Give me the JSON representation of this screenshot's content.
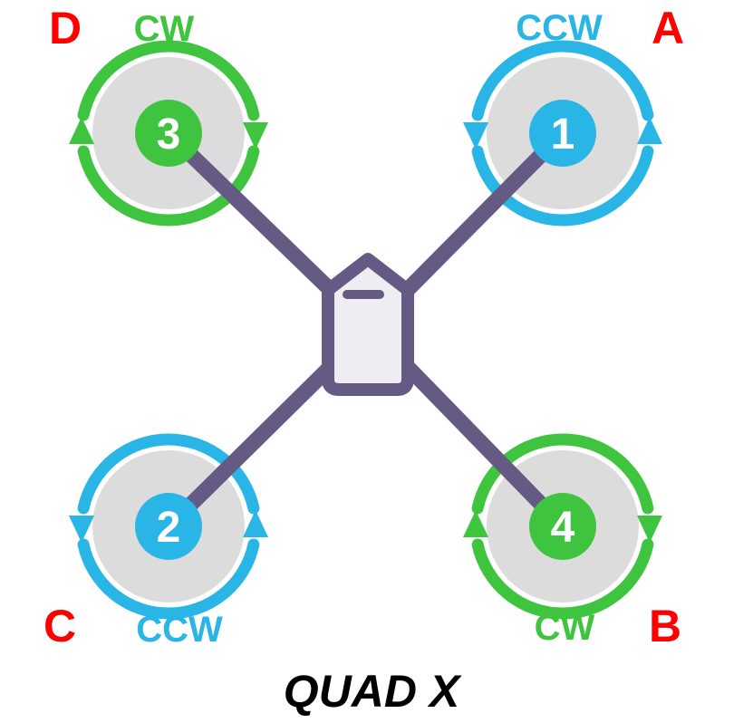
{
  "title": "QUAD X",
  "colors": {
    "cw": "#3fc43f",
    "ccw": "#29b5e5",
    "corner": "#ff0000",
    "frame": "#645a84",
    "motor_disc": "#dcdcdc",
    "body_fill": "#eeedf2",
    "title_text": "#000000"
  },
  "motors": [
    {
      "position": "top-left",
      "number": "3",
      "direction": "CW",
      "corner": "D"
    },
    {
      "position": "top-right",
      "number": "1",
      "direction": "CCW",
      "corner": "A"
    },
    {
      "position": "bottom-left",
      "number": "2",
      "direction": "CCW",
      "corner": "C"
    },
    {
      "position": "bottom-right",
      "number": "4",
      "direction": "CW",
      "corner": "B"
    }
  ]
}
